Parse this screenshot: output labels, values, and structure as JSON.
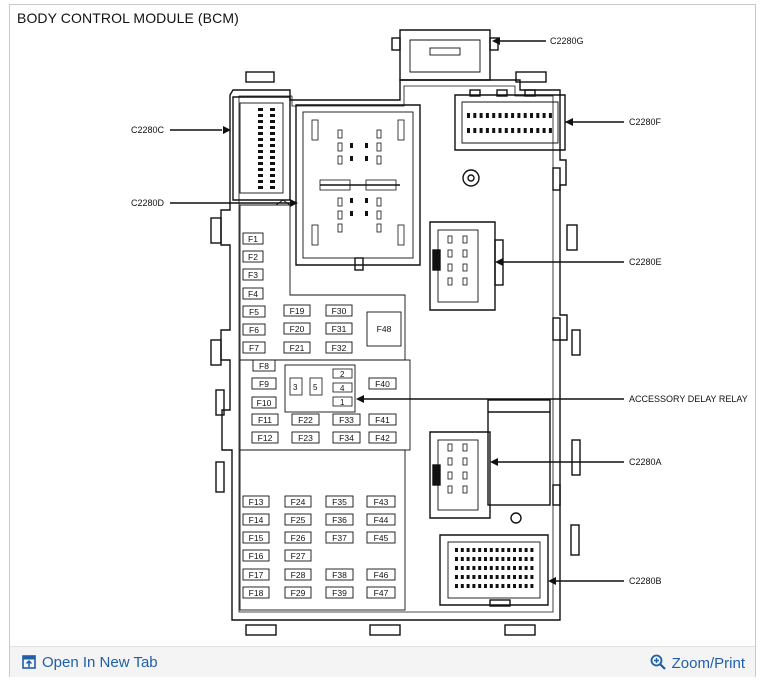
{
  "title": "BODY CONTROL MODULE (BCM)",
  "connectors": {
    "g": "C2280G",
    "f": "C2280F",
    "c": "C2280C",
    "d": "C2280D",
    "e": "C2280E",
    "relay": "ACCESSORY DELAY RELAY",
    "a": "C2280A",
    "b": "C2280B"
  },
  "relay_pins": {
    "p3": "3",
    "p5": "5",
    "p2": "2",
    "p4": "4",
    "p1": "1"
  },
  "fuses": {
    "F1": "F1",
    "F2": "F2",
    "F3": "F3",
    "F4": "F4",
    "F5": "F5",
    "F6": "F6",
    "F7": "F7",
    "F8": "F8",
    "F9": "F9",
    "F10": "F10",
    "F11": "F11",
    "F12": "F12",
    "F13": "F13",
    "F14": "F14",
    "F15": "F15",
    "F16": "F16",
    "F17": "F17",
    "F18": "F18",
    "F19": "F19",
    "F20": "F20",
    "F21": "F21",
    "F22": "F22",
    "F23": "F23",
    "F24": "F24",
    "F25": "F25",
    "F26": "F26",
    "F27": "F27",
    "F28": "F28",
    "F29": "F29",
    "F30": "F30",
    "F31": "F31",
    "F32": "F32",
    "F33": "F33",
    "F34": "F34",
    "F35": "F35",
    "F36": "F36",
    "F37": "F37",
    "F38": "F38",
    "F39": "F39",
    "F40": "F40",
    "F41": "F41",
    "F42": "F42",
    "F43": "F43",
    "F44": "F44",
    "F45": "F45",
    "F46": "F46",
    "F47": "F47",
    "F48": "F48"
  },
  "footer": {
    "open_new_tab": "Open In New Tab",
    "zoom_print": "Zoom/Print",
    "open_icon": "open-in-new-tab-icon",
    "zoom_icon": "zoom-magnifier-icon"
  },
  "colors": {
    "link": "#1f5fa8",
    "line": "#111111"
  }
}
